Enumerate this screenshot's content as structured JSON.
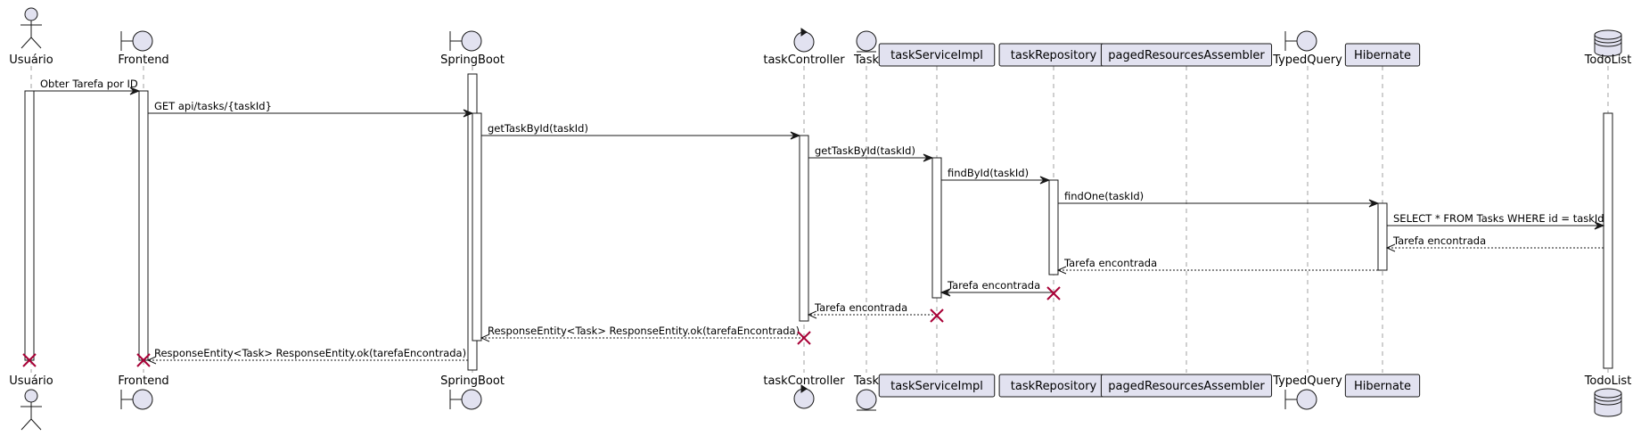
{
  "participants": [
    {
      "id": "usuario",
      "label": "Usuário",
      "kind": "actor"
    },
    {
      "id": "frontend",
      "label": "Frontend",
      "kind": "boundary"
    },
    {
      "id": "springboot",
      "label": "SpringBoot",
      "kind": "boundary"
    },
    {
      "id": "taskcontroller",
      "label": "taskController",
      "kind": "control"
    },
    {
      "id": "task",
      "label": "Task",
      "kind": "entity"
    },
    {
      "id": "taskserviceimpl",
      "label": "taskServiceImpl",
      "kind": "participant"
    },
    {
      "id": "taskrepository",
      "label": "taskRepository",
      "kind": "participant"
    },
    {
      "id": "pagedresourcesassembler",
      "label": "pagedResourcesAssembler",
      "kind": "participant"
    },
    {
      "id": "typedquery",
      "label": "TypedQuery",
      "kind": "boundary"
    },
    {
      "id": "hibernate",
      "label": "Hibernate",
      "kind": "participant"
    },
    {
      "id": "todolist",
      "label": "TodoList",
      "kind": "database"
    }
  ],
  "messages": [
    {
      "from": "usuario",
      "to": "frontend",
      "label": "Obter Tarefa por ID",
      "style": "solid"
    },
    {
      "from": "frontend",
      "to": "springboot",
      "label": "GET api/tasks/{taskId}",
      "style": "solid"
    },
    {
      "from": "springboot",
      "to": "taskcontroller",
      "label": "getTaskById(taskId)",
      "style": "solid"
    },
    {
      "from": "taskcontroller",
      "to": "taskserviceimpl",
      "label": "getTaskById(taskId)",
      "style": "solid"
    },
    {
      "from": "taskserviceimpl",
      "to": "taskrepository",
      "label": "findById(taskId)",
      "style": "solid"
    },
    {
      "from": "taskrepository",
      "to": "hibernate",
      "label": "findOne(taskId)",
      "style": "solid"
    },
    {
      "from": "hibernate",
      "to": "todolist",
      "label": "SELECT * FROM Tasks WHERE id = taskId",
      "style": "solid"
    },
    {
      "from": "todolist",
      "to": "hibernate",
      "label": "Tarefa encontrada",
      "style": "dashed"
    },
    {
      "from": "hibernate",
      "to": "taskrepository",
      "label": "Tarefa encontrada",
      "style": "dashed"
    },
    {
      "from": "taskrepository",
      "to": "taskserviceimpl",
      "label": "Tarefa encontrada",
      "style": "solid"
    },
    {
      "from": "taskserviceimpl",
      "to": "taskcontroller",
      "label": "Tarefa encontrada",
      "style": "dashed"
    },
    {
      "from": "taskcontroller",
      "to": "springboot",
      "label": "ResponseEntity<Task> ResponseEntity.ok(tarefaEncontrada)",
      "style": "dashed"
    },
    {
      "from": "springboot",
      "to": "frontend",
      "label": "ResponseEntity<Task> ResponseEntity.ok(tarefaEncontrada)",
      "style": "dashed"
    }
  ],
  "destroyed": [
    "taskrepository",
    "taskserviceimpl",
    "taskcontroller",
    "usuario",
    "frontend"
  ]
}
